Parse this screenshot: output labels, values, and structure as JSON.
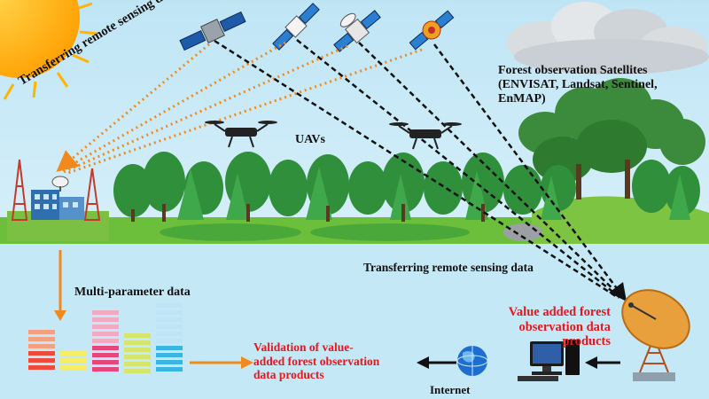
{
  "labels": {
    "transfer_top": "Transferring remote sensing data",
    "uavs": "UAVs",
    "satellites_line1": "Forest observation Satellites",
    "satellites_line2": "(ENVISAT, Landsat, Sentinel,",
    "satellites_line3": "EnMAP)",
    "transfer_bottom": "Transferring remote sensing data",
    "multi_parameter": "Multi-parameter data",
    "value_added_line1": "Value added forest",
    "value_added_line2": "observation data",
    "value_added_line3": "products",
    "validation_line1": "Validation of value-",
    "validation_line2": "added forest observation",
    "validation_line3": "data products",
    "internet": "Internet"
  },
  "icons": [
    "sun-icon",
    "satellite-icon",
    "drone-icon",
    "tower-icon",
    "building-icon",
    "tree-icon",
    "cloud-icon",
    "dish-icon",
    "computer-icon",
    "globe-icon",
    "arrow-icon"
  ],
  "colors": {
    "sky": "#c9e9f6",
    "ground": "#bfe4f4",
    "orange_link": "#f08a1e",
    "black_link": "#111111",
    "accent_red": "#e8171d",
    "sun": "#ffb400"
  }
}
